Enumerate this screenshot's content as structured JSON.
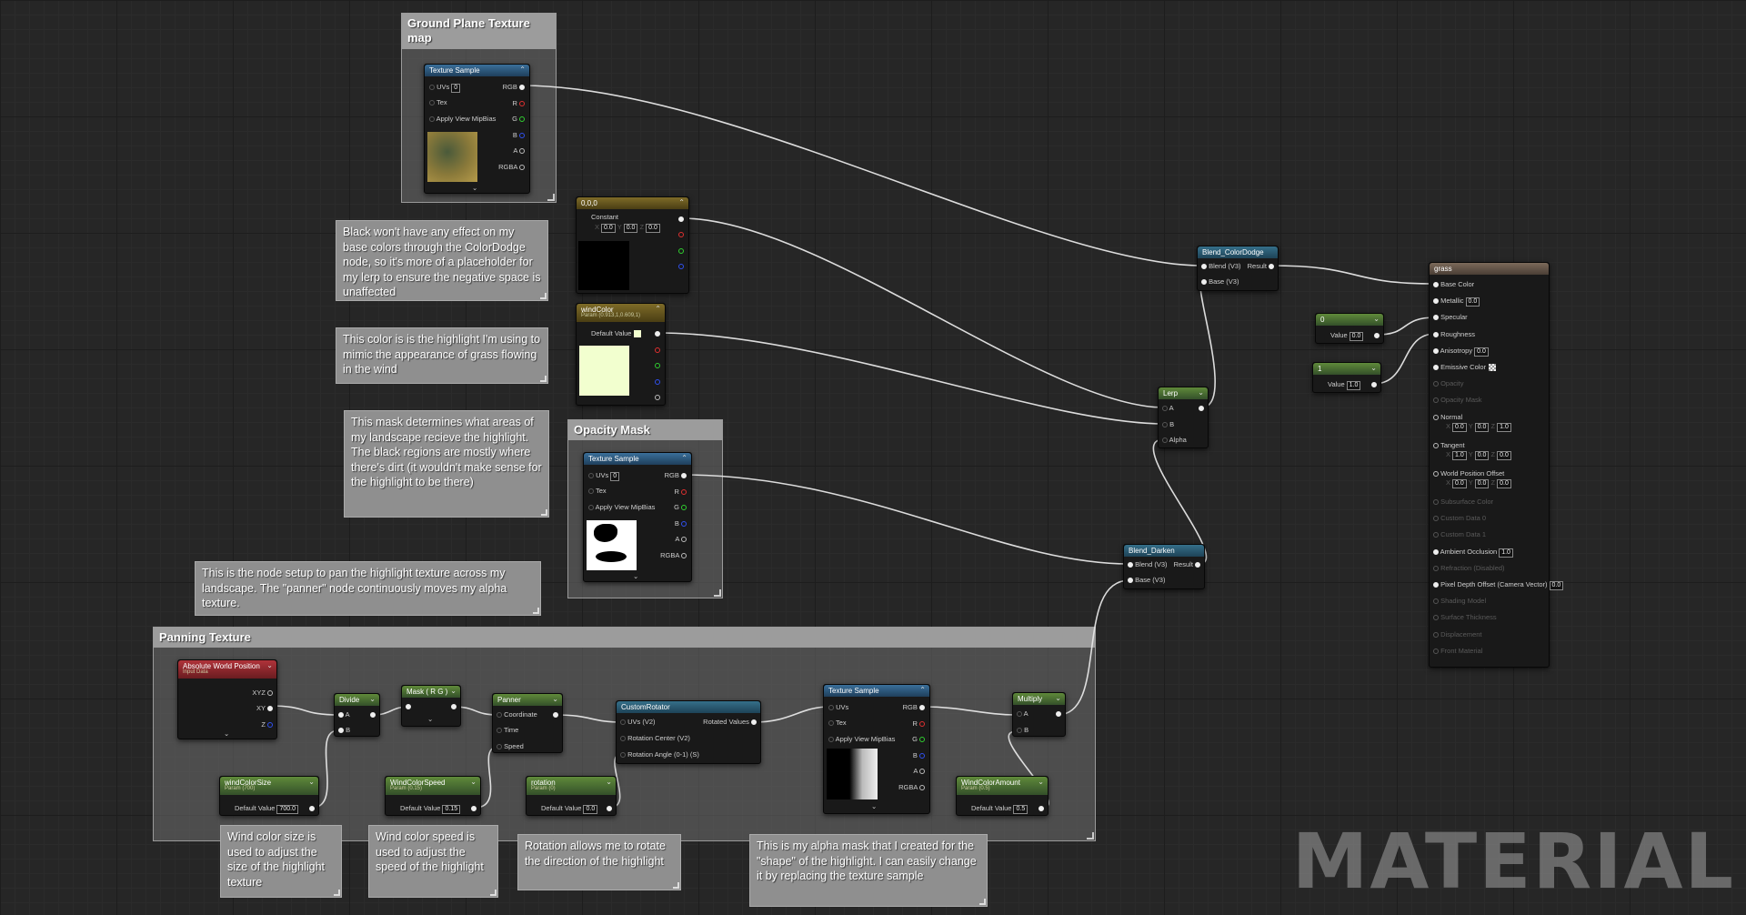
{
  "watermark": "MATERIAL",
  "comments": {
    "ground_plane": "Ground Plane Texture map",
    "opacity_mask": "Opacity Mask",
    "panning": "Panning Texture"
  },
  "notes": {
    "black_note": "Black won't have any effect on my base colors through the ColorDodge node, so it's more of a placeholder for my lerp to ensure the negative space is unaffected",
    "highlight_note": "This color is is the highlight I'm using to mimic the appearance of grass flowing in the wind",
    "mask_note": "This mask determines what areas of my landscape recieve the highlight. The black regions are mostly where there's dirt (it wouldn't make sense for the highlight to be there)",
    "panner_note": "This is the node setup to pan the highlight texture across my landscape. The \"panner\" node continuously moves my alpha texture.",
    "size_note": "Wind color size is used to adjust the size of the highlight texture",
    "speed_note": "Wind color speed is used to adjust the speed of the highlight",
    "rotation_note": "Rotation allows me to rotate the direction of the highlight",
    "alpha_note": "This is my alpha mask that I created for the \"shape\" of the highlight. I can easily change it by replacing the texture sample"
  },
  "texture_sample": {
    "title": "Texture Sample",
    "uvs": "UVs",
    "uvs_value": "0",
    "tex": "Tex",
    "mip": "Apply View MipBias",
    "rgb": "RGB",
    "r": "R",
    "g": "G",
    "b": "B",
    "a": "A",
    "rgba": "RGBA"
  },
  "constant_node": {
    "title": "0,0,0",
    "label": "Constant",
    "x": "0.0",
    "y": "0.0",
    "z": "0.0",
    "x_lbl": "X",
    "y_lbl": "Y",
    "z_lbl": "Z"
  },
  "windcolor_node": {
    "title": "windColor",
    "sub": "Param (0.913,1,0.609,1)",
    "default_label": "Default Value"
  },
  "blend_colordodge": {
    "title": "Blend_ColorDodge",
    "blend": "Blend (V3)",
    "result": "Result",
    "base": "Base (V3)"
  },
  "blend_darken": {
    "title": "Blend_Darken",
    "blend": "Blend (V3)",
    "result": "Result",
    "base": "Base (V3)"
  },
  "lerp": {
    "title": "Lerp",
    "a": "A",
    "b": "B",
    "alpha": "Alpha"
  },
  "const0": {
    "title": "0",
    "label": "Value",
    "value": "0.0"
  },
  "const1": {
    "title": "1",
    "label": "Value",
    "value": "1.0"
  },
  "grass": {
    "title": "grass",
    "pins": [
      {
        "label": "Base Color",
        "active": true
      },
      {
        "label": "Metallic",
        "active": true,
        "value": "0.0"
      },
      {
        "label": "Specular",
        "active": true
      },
      {
        "label": "Roughness",
        "active": true
      },
      {
        "label": "Anisotropy",
        "active": true,
        "value": "0.0"
      },
      {
        "label": "Emissive Color",
        "active": true
      },
      {
        "label": "Opacity",
        "active": false
      },
      {
        "label": "Opacity Mask",
        "active": false
      }
    ],
    "normal": "Normal",
    "tangent": "Tangent",
    "wpo": "World Position Offset",
    "normal_vals": [
      "0.0",
      "0.0",
      "1.0"
    ],
    "tangent_vals": [
      "1.0",
      "0.0",
      "0.0"
    ],
    "wpo_vals": [
      "0.0",
      "0.0",
      "0.0"
    ],
    "pins2": [
      {
        "label": "Subsurface Color",
        "active": false
      },
      {
        "label": "Custom Data 0",
        "active": false
      },
      {
        "label": "Custom Data 1",
        "active": false
      },
      {
        "label": "Ambient Occlusion",
        "active": true,
        "value": "1.0"
      },
      {
        "label": "Refraction (Disabled)",
        "active": false
      },
      {
        "label": "Pixel Depth Offset (Camera Vector)",
        "active": true,
        "value": "0.0"
      },
      {
        "label": "Shading Model",
        "active": false
      },
      {
        "label": "Surface Thickness",
        "active": false
      },
      {
        "label": "Displacement",
        "active": false
      },
      {
        "label": "Front Material",
        "active": false
      }
    ]
  },
  "abs_world": {
    "title": "Absolute World Position",
    "sub": "Input Data",
    "xyz": "XYZ",
    "xy": "XY",
    "z": "Z"
  },
  "divide": {
    "title": "Divide",
    "a": "A",
    "b": "B"
  },
  "mask": {
    "title": "Mask ( R G )"
  },
  "panner": {
    "title": "Panner",
    "coord": "Coordinate",
    "time": "Time",
    "speed": "Speed"
  },
  "custom_rotator": {
    "title": "CustomRotator",
    "uvs": "UVs (V2)",
    "rotated": "Rotated Values",
    "center": "Rotation Center (V2)",
    "angle": "Rotation Angle (0-1) (S)"
  },
  "multiply": {
    "title": "Multiply",
    "a": "A",
    "b": "B"
  },
  "wind_size": {
    "title": "windColorSize",
    "sub": "Param (700)",
    "label": "Default Value",
    "value": "700.0"
  },
  "wind_speed": {
    "title": "WindColorSpeed",
    "sub": "Param (0.15)",
    "label": "Default Value",
    "value": "0.15"
  },
  "rotation": {
    "title": "rotation",
    "sub": "Param (0)",
    "label": "Default Value",
    "value": "0.0"
  },
  "wind_amount": {
    "title": "WindColorAmount",
    "sub": "Param (0.5)",
    "label": "Default Value",
    "value": "0.5"
  },
  "colors": {
    "wind_color": "#f2ffcf",
    "background": "#262626"
  }
}
